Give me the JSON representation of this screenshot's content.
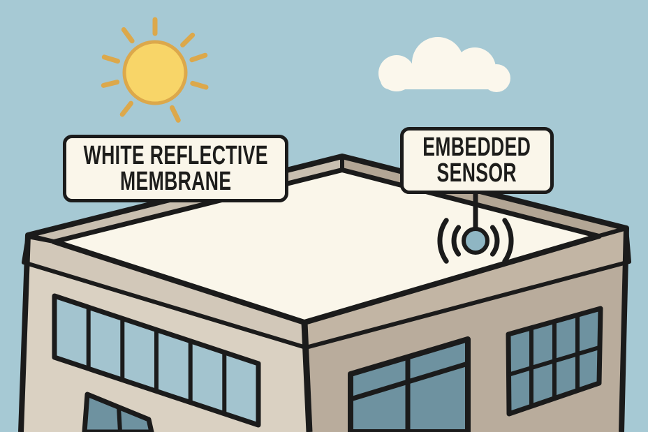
{
  "labels": {
    "membrane": {
      "line1": "WHITE REFLECTIVE",
      "line2": "MEMBRANE"
    },
    "sensor": {
      "line1": "EMBEDDED",
      "line2": "SENSOR"
    }
  },
  "icons": {
    "sun": "sun-icon",
    "cloud": "cloud-icon",
    "sensor": "wireless-sensor-icon",
    "signal_waves": "signal-waves-icon"
  },
  "colors": {
    "sky": "#A6C9D4",
    "outline": "#1B1B1B",
    "sun_fill": "#F8D568",
    "sun_stroke": "#DCA84B",
    "cloud": "#FBF7EC",
    "roof": "#FAF6EA",
    "left_wall": "#DAD1C2",
    "left_coping": "#C9BFB0",
    "left_fascia": "#D2C8B9",
    "right_wall": "#B9AC9C",
    "right_coping": "#B3A695",
    "right_fascia": "#C2B5A4",
    "window_light": "#A3C4CF",
    "window_dark": "#6E92A0",
    "sensor_fill": "#8FB6C3",
    "label_bg": "#FAF6EA",
    "label_text": "#1D1D1B"
  }
}
